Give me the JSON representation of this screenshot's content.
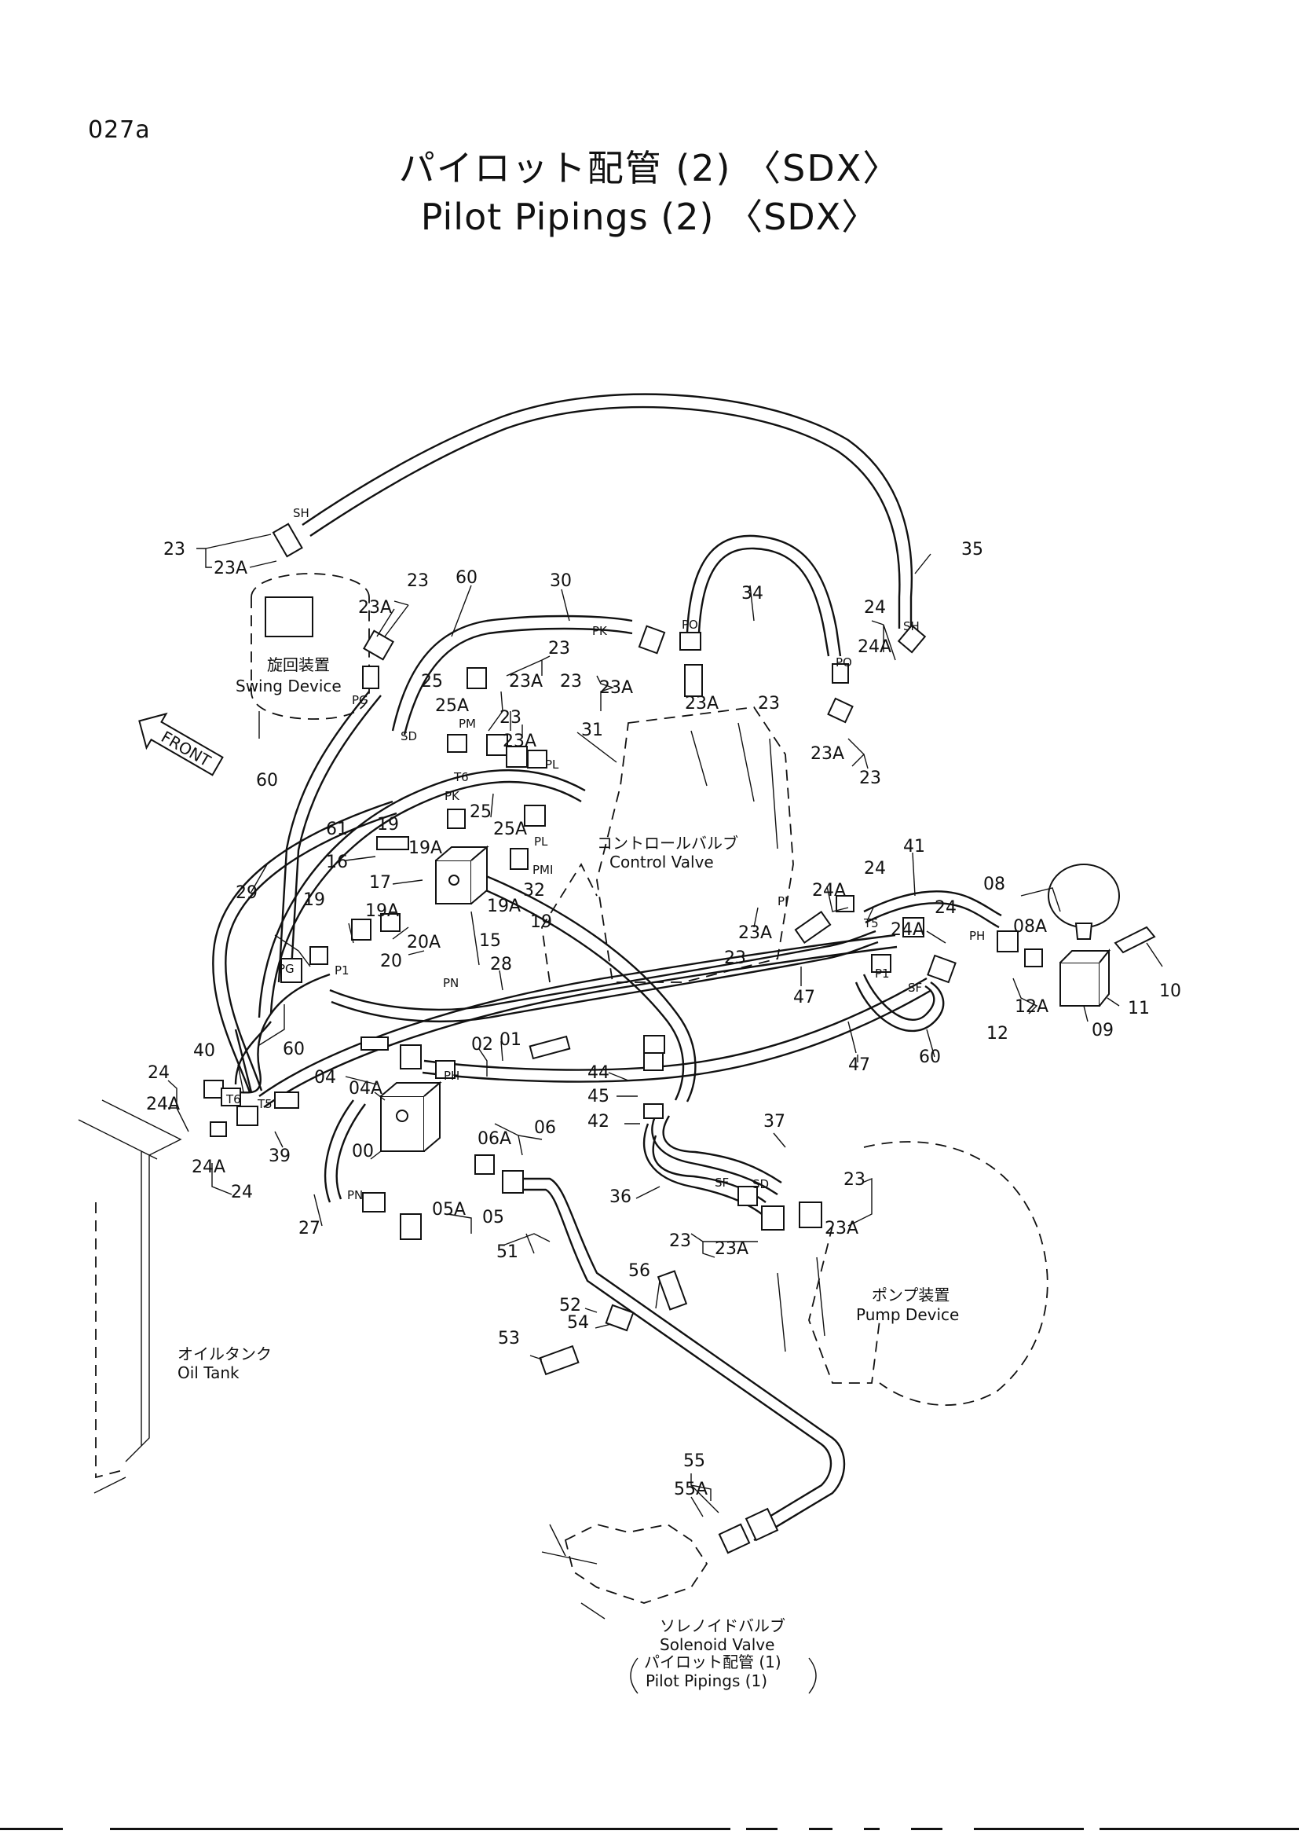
{
  "page_number": "027a",
  "title": {
    "ja": "パイロット配管 (2) 〈SDX〉",
    "en": "Pilot Pipings (2) 〈SDX〉"
  },
  "components": {
    "swing_device": {
      "ja": "旋回装置",
      "en": "Swing Device"
    },
    "control_valve": {
      "ja": "コントロールバルブ",
      "en": "Control Valve"
    },
    "pump_device": {
      "ja": "ポンプ装置",
      "en": "Pump Device"
    },
    "oil_tank": {
      "ja": "オイルタンク",
      "en": "Oil Tank"
    },
    "solenoid_valve": {
      "ja": "ソレノイドバルブ",
      "en": "Solenoid Valve",
      "ref_ja": "パイロット配管 (1)",
      "ref_en": "Pilot Pipings (1)"
    },
    "front_arrow": "FRONT"
  },
  "part_labels": [
    "23",
    "23A",
    "23",
    "23A",
    "60",
    "30",
    "34",
    "35",
    "24",
    "24A",
    "23",
    "23A",
    "23",
    "23A",
    "23",
    "23A",
    "25",
    "25A",
    "23",
    "23A",
    "31",
    "23A",
    "23",
    "60",
    "25",
    "25A",
    "61",
    "19",
    "19A",
    "16",
    "17",
    "32",
    "19A",
    "19",
    "29",
    "19",
    "19A",
    "20",
    "20A",
    "15",
    "28",
    "41",
    "24",
    "24A",
    "08",
    "08A",
    "10",
    "11",
    "09",
    "12A",
    "12",
    "23A",
    "23",
    "47",
    "24",
    "24A",
    "47",
    "60",
    "40",
    "60",
    "02",
    "01",
    "24",
    "24A",
    "04",
    "04A",
    "44",
    "45",
    "42",
    "37",
    "39",
    "24A",
    "24",
    "00",
    "06A",
    "06",
    "36",
    "23",
    "23A",
    "23",
    "23A",
    "27",
    "05A",
    "05",
    "51",
    "56",
    "52",
    "54",
    "53",
    "55",
    "55A"
  ],
  "port_labels": [
    "SH",
    "PK",
    "PO",
    "PO",
    "SH",
    "PG",
    "SD",
    "PM",
    "PL",
    "T6",
    "PK",
    "PL",
    "PG",
    "P1",
    "PN",
    "PI",
    "T5",
    "PH",
    "P1",
    "SF",
    "T6",
    "T5",
    "PH",
    "SD",
    "SF",
    "PN",
    "PMI"
  ]
}
